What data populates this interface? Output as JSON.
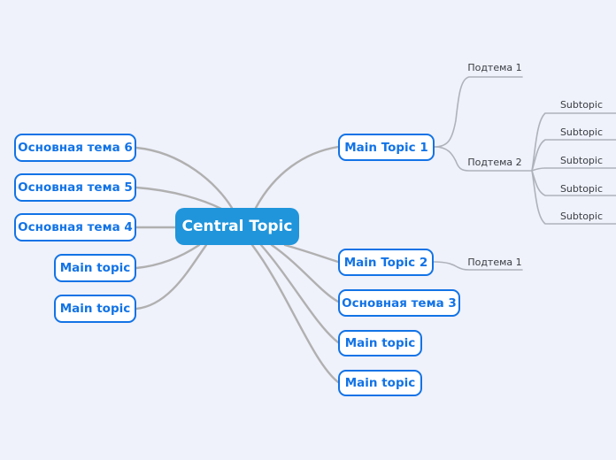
{
  "app": {
    "type": "mind-map-canvas"
  },
  "colors": {
    "background": "#eff1fb",
    "central_fill": "#2095db",
    "central_text": "#ffffff",
    "topic_border": "#1273e6",
    "topic_text": "#1273e6",
    "topic_fill": "#ffffff",
    "connector_line": "#b0b0b0",
    "branch_line": "#aeb2ba",
    "label_text": "#3a3d42"
  },
  "central": {
    "label": "Central Topic"
  },
  "left_topics": [
    {
      "label": "Основная тема 6"
    },
    {
      "label": "Основная тема 5"
    },
    {
      "label": "Основная тема 4"
    },
    {
      "label": "Main topic"
    },
    {
      "label": "Main topic"
    }
  ],
  "right_topics": [
    {
      "label": "Main Topic 1"
    },
    {
      "label": "Main Topic 2"
    },
    {
      "label": "Основная тема 3"
    },
    {
      "label": "Main topic"
    },
    {
      "label": "Main topic"
    }
  ],
  "subtopics": {
    "main_topic_1_children": [
      {
        "label": "Подтема 1"
      },
      {
        "label": "Подтема 2"
      }
    ],
    "podtema_2_children": [
      {
        "label": "Subtopic"
      },
      {
        "label": "Subtopic"
      },
      {
        "label": "Subtopic"
      },
      {
        "label": "Subtopic"
      },
      {
        "label": "Subtopic"
      }
    ],
    "main_topic_2_children": [
      {
        "label": "Подтема 1"
      }
    ]
  }
}
